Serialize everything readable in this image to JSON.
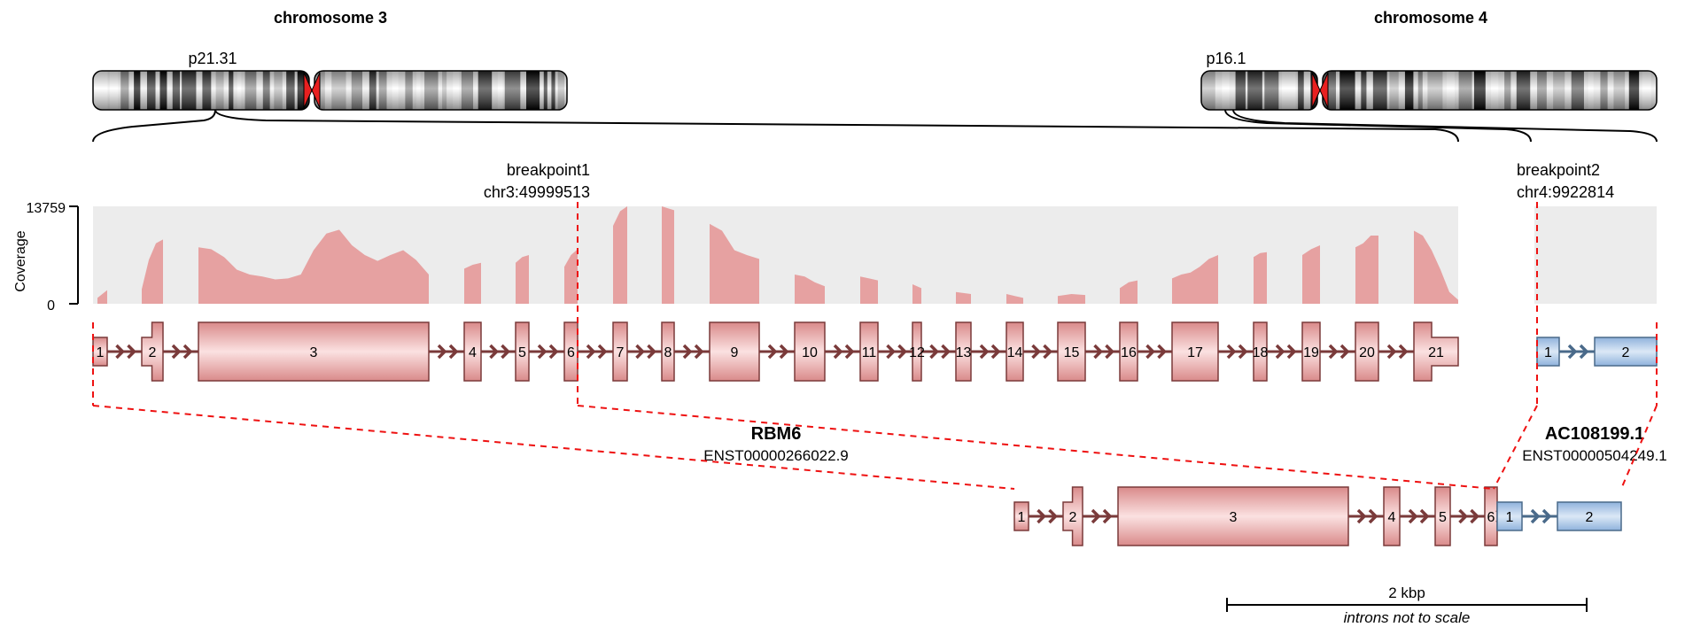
{
  "chromosomes": [
    {
      "title": "chromosome 3",
      "band": "p21.31"
    },
    {
      "title": "chromosome 4",
      "band": "p16.1"
    }
  ],
  "breakpoints": [
    {
      "label": "breakpoint1",
      "coord": "chr3:49999513"
    },
    {
      "label": "breakpoint2",
      "coord": "chr4:9922814"
    }
  ],
  "coverage": {
    "axis_label": "Coverage",
    "max_label": "13759",
    "min_label": "0"
  },
  "genes": [
    {
      "name": "RBM6",
      "transcript": "ENST00000266022.9",
      "exons": [
        "1",
        "2",
        "3",
        "4",
        "5",
        "6",
        "7",
        "8",
        "9",
        "10",
        "11",
        "12",
        "13",
        "14",
        "15",
        "16",
        "17",
        "18",
        "19",
        "20",
        "21"
      ]
    },
    {
      "name": "AC108199.1",
      "transcript": "ENST00000504249.1",
      "exons": [
        "1",
        "2"
      ]
    }
  ],
  "fusion_exons": {
    "gene1": [
      "1",
      "2",
      "3",
      "4",
      "5",
      "6"
    ],
    "gene2": [
      "1",
      "2"
    ]
  },
  "scale_bar": {
    "label": "2 kbp",
    "note": "introns not to scale"
  },
  "colors": {
    "gene1_exon": "#e8a4a4",
    "gene1_edge": "#7a3a3a",
    "gene2_exon": "#a9c6e6",
    "gene2_edge": "#4a6a8a",
    "coverage_fill": "#e6a1a1",
    "coverage_bg": "#ececec",
    "breakpoint_line": "#ee1111",
    "centromere": "#e82020"
  }
}
